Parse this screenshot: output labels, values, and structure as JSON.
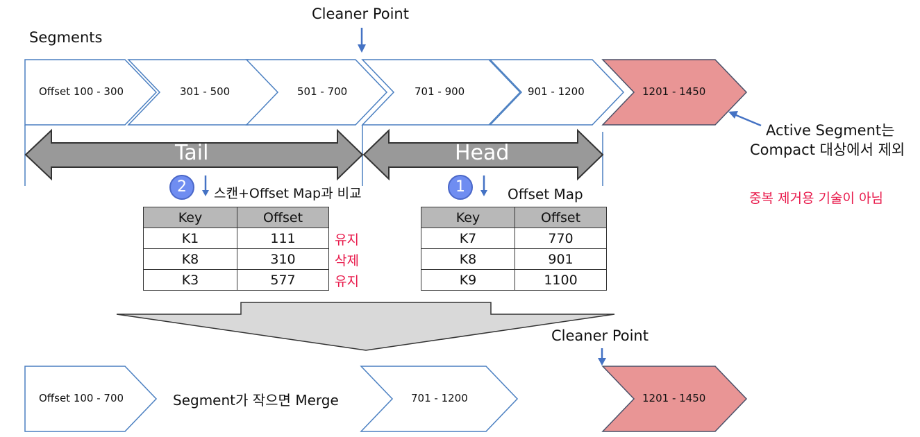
{
  "top": {
    "segments_label": "Segments",
    "cleaner_point_label": "Cleaner Point",
    "segments": [
      "Offset 100 - 300",
      "301 - 500",
      "501 - 700",
      "701 - 900",
      "901 - 1200",
      "1201 - 1450"
    ],
    "tail_label": "Tail",
    "head_label": "Head",
    "active_note_line1": "Active Segment는",
    "active_note_line2": "Compact 대상에서 제외",
    "dedup_note": "중복 제거용 기술이 아님"
  },
  "step2": {
    "badge": "2",
    "text": "스캔+Offset Map과 비교",
    "table": {
      "headers": [
        "Key",
        "Offset"
      ],
      "rows": [
        [
          "K1",
          "111"
        ],
        [
          "K8",
          "310"
        ],
        [
          "K3",
          "577"
        ]
      ],
      "notes": [
        "유지",
        "삭제",
        "유지"
      ]
    }
  },
  "step1": {
    "badge": "1",
    "title": "Offset Map",
    "table": {
      "headers": [
        "Key",
        "Offset"
      ],
      "rows": [
        [
          "K7",
          "770"
        ],
        [
          "K8",
          "901"
        ],
        [
          "K9",
          "1100"
        ]
      ]
    }
  },
  "bottom": {
    "cleaner_point_label": "Cleaner Point",
    "segments": [
      "Offset 100 - 700",
      "701 - 1200",
      "1201 - 1450"
    ],
    "merge_note": "Segment가 작으면 Merge"
  },
  "colors": {
    "segment_fill": "#ffffff",
    "segment_stroke": "#4a7fc1",
    "active_fill": "#e99595",
    "active_stroke": "#4a5068",
    "arrow_fill": "#999999",
    "pointer": "#4472c4",
    "accent_red": "#e8184a",
    "funnel_fill": "#d9d9d9"
  }
}
